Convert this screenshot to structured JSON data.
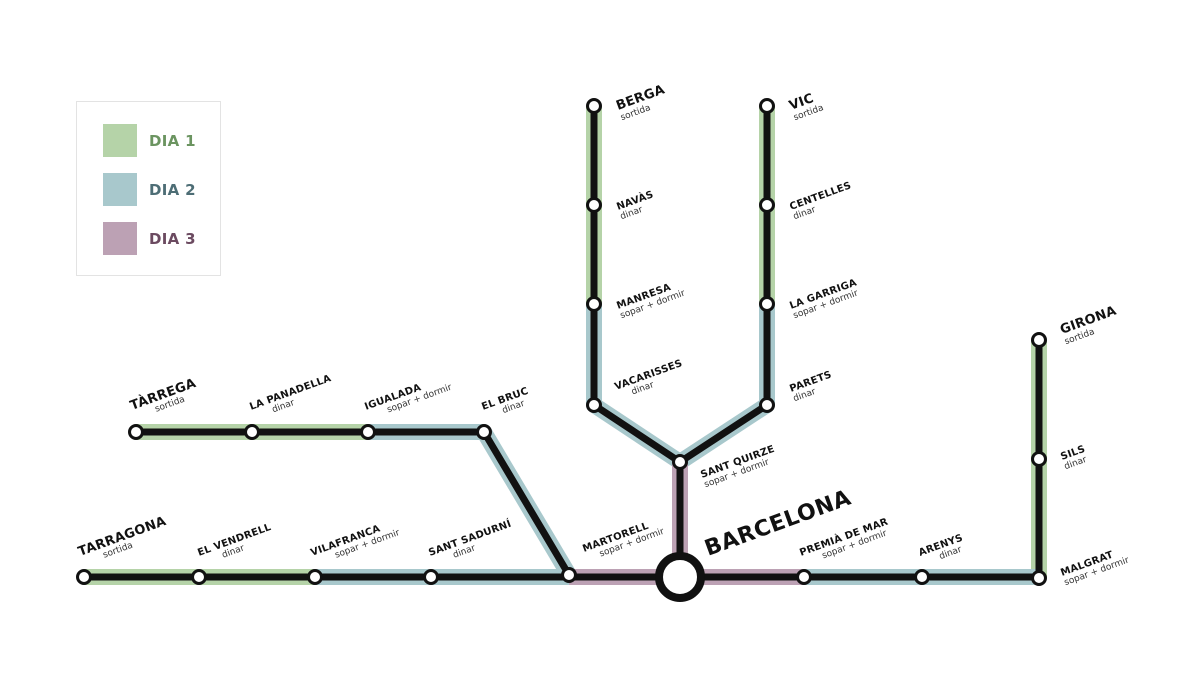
{
  "colors": {
    "dia1": "#b5d3a8",
    "dia2": "#a8c8cc",
    "dia3": "#bca1b4",
    "line": "#111111",
    "dia1_text": "#6b9460",
    "dia2_text": "#4d6d75",
    "dia3_text": "#6b4a60"
  },
  "legend": [
    {
      "label": "DIA 1",
      "color_key": "dia1"
    },
    {
      "label": "DIA 2",
      "color_key": "dia2"
    },
    {
      "label": "DIA 3",
      "color_key": "dia3"
    }
  ],
  "stations": {
    "tarragona": {
      "name": "TARRAGONA",
      "sub": "sortida"
    },
    "el_vendrell": {
      "name": "EL VENDRELL",
      "sub": "dinar"
    },
    "vilafranca": {
      "name": "VILAFRANCA",
      "sub": "sopar + dormir"
    },
    "sant_sadurni": {
      "name": "SANT SADURNÍ",
      "sub": "dinar"
    },
    "martorell": {
      "name": "MARTORELL",
      "sub": "sopar + dormir"
    },
    "barcelona": {
      "name": "BARCELONA",
      "sub": ""
    },
    "premia": {
      "name": "PREMIÀ DE MAR",
      "sub": "sopar + dormir"
    },
    "arenys": {
      "name": "ARENYS",
      "sub": "dinar"
    },
    "malgrat": {
      "name": "MALGRAT",
      "sub": "sopar + dormir"
    },
    "sils": {
      "name": "SILS",
      "sub": "dinar"
    },
    "girona": {
      "name": "GIRONA",
      "sub": "sortida"
    },
    "tarrega": {
      "name": "TÀRREGA",
      "sub": "sortida"
    },
    "la_panadella": {
      "name": "LA PANADELLA",
      "sub": "dinar"
    },
    "igualada": {
      "name": "IGUALADA",
      "sub": "sopar + dormir"
    },
    "el_bruc": {
      "name": "EL BRUC",
      "sub": "dinar"
    },
    "berga": {
      "name": "BERGA",
      "sub": "sortida"
    },
    "navas": {
      "name": "NAVÀS",
      "sub": "dinar"
    },
    "manresa": {
      "name": "MANRESA",
      "sub": "sopar + dormir"
    },
    "vacarisses": {
      "name": "VACARISSES",
      "sub": "dinar"
    },
    "vic": {
      "name": "VIC",
      "sub": "sortida"
    },
    "centelles": {
      "name": "CENTELLES",
      "sub": "dinar"
    },
    "la_garriga": {
      "name": "LA GARRIGA",
      "sub": "sopar + dormir"
    },
    "parets": {
      "name": "PARETS",
      "sub": "dinar"
    },
    "sant_quirze": {
      "name": "SANT QUIRZE",
      "sub": "sopar + dormir"
    }
  }
}
